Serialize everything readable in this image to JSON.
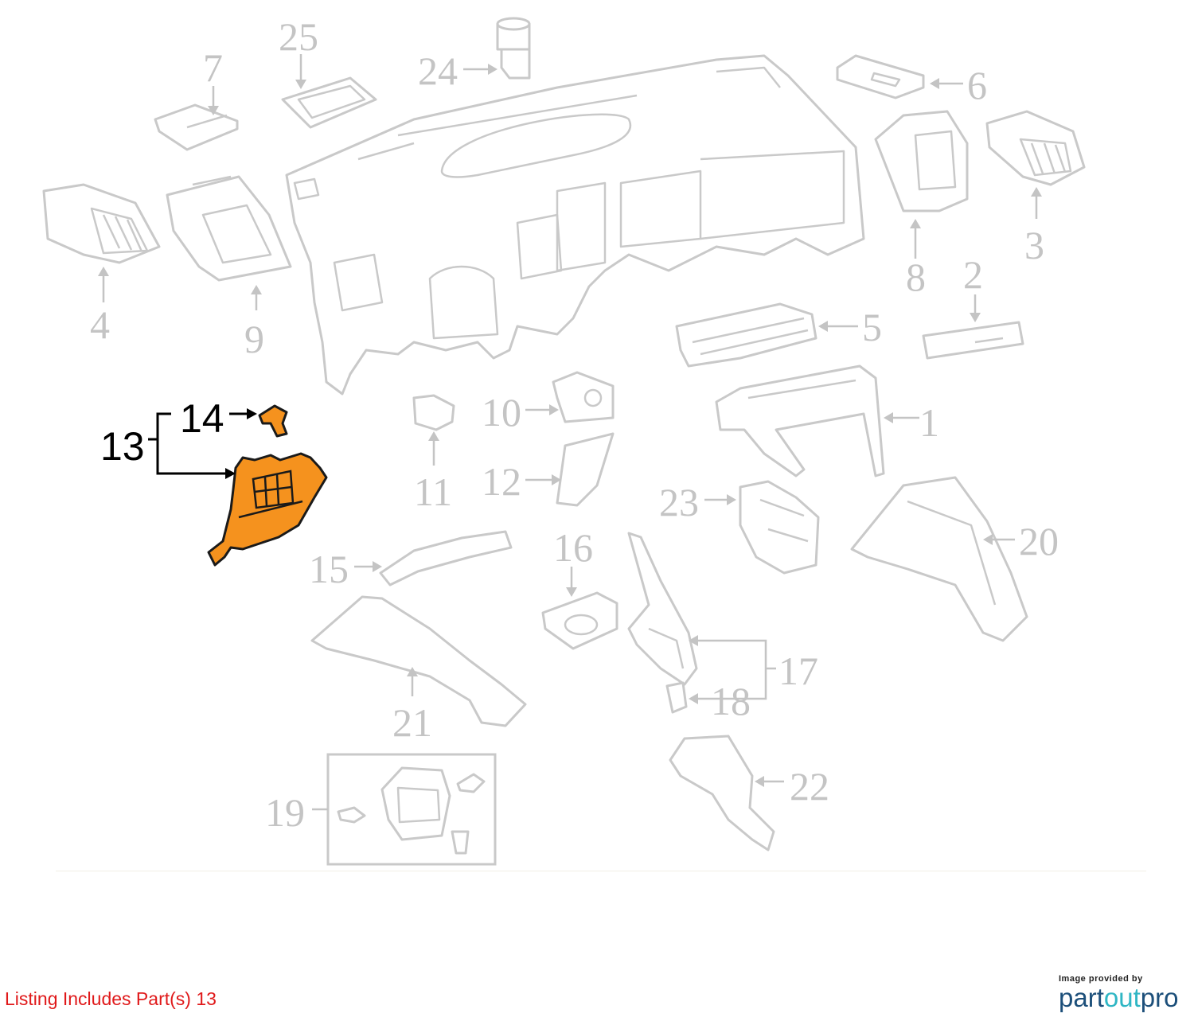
{
  "callouts": {
    "c1": "1",
    "c2": "2",
    "c3": "3",
    "c4": "4",
    "c5": "5",
    "c6": "6",
    "c7": "7",
    "c8": "8",
    "c9": "9",
    "c10": "10",
    "c11": "11",
    "c12": "12",
    "c13": "13",
    "c14": "14",
    "c15": "15",
    "c16": "16",
    "c17": "17",
    "c18": "18",
    "c19": "19",
    "c20": "20",
    "c21": "21",
    "c22": "22",
    "c23": "23",
    "c24": "24",
    "c25": "25"
  },
  "highlighted_parts": [
    "13",
    "14"
  ],
  "colors": {
    "highlight_fill": "#f5921e",
    "muted_line": "#c9c9c9",
    "note_text": "#e0191a"
  },
  "footer": {
    "note": "Listing Includes Part(s) 13",
    "credit_caption": "Image provided by",
    "credit_logo_part1": "part",
    "credit_logo_part2": "out",
    "credit_logo_part3": "pro"
  }
}
